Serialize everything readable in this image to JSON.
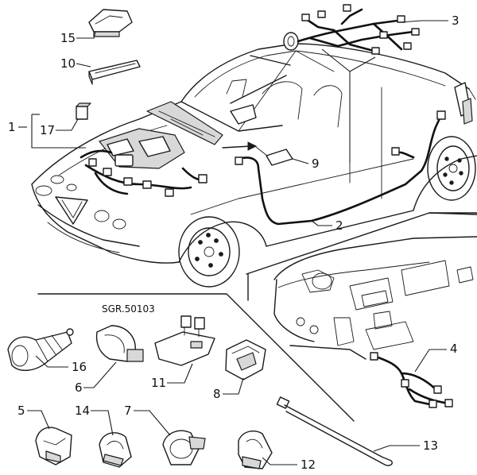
{
  "callouts": [
    {
      "id": "15",
      "text": "15"
    },
    {
      "id": "10",
      "text": "10"
    },
    {
      "id": "17",
      "text": "17"
    },
    {
      "id": "1",
      "text": "1"
    },
    {
      "id": "3",
      "text": "3"
    },
    {
      "id": "9",
      "text": "9"
    },
    {
      "id": "2",
      "text": "2"
    },
    {
      "id": "4",
      "text": "4"
    },
    {
      "id": "16",
      "text": "16"
    },
    {
      "id": "6",
      "text": "6"
    },
    {
      "id": "11",
      "text": "11"
    },
    {
      "id": "8",
      "text": "8"
    },
    {
      "id": "5",
      "text": "5"
    },
    {
      "id": "14",
      "text": "14"
    },
    {
      "id": "7",
      "text": "7"
    },
    {
      "id": "12",
      "text": "12"
    },
    {
      "id": "13",
      "text": "13"
    }
  ],
  "reference_code": "SGR.50103",
  "colors": {
    "ink": "#1a1a1a",
    "background": "#ffffff"
  }
}
